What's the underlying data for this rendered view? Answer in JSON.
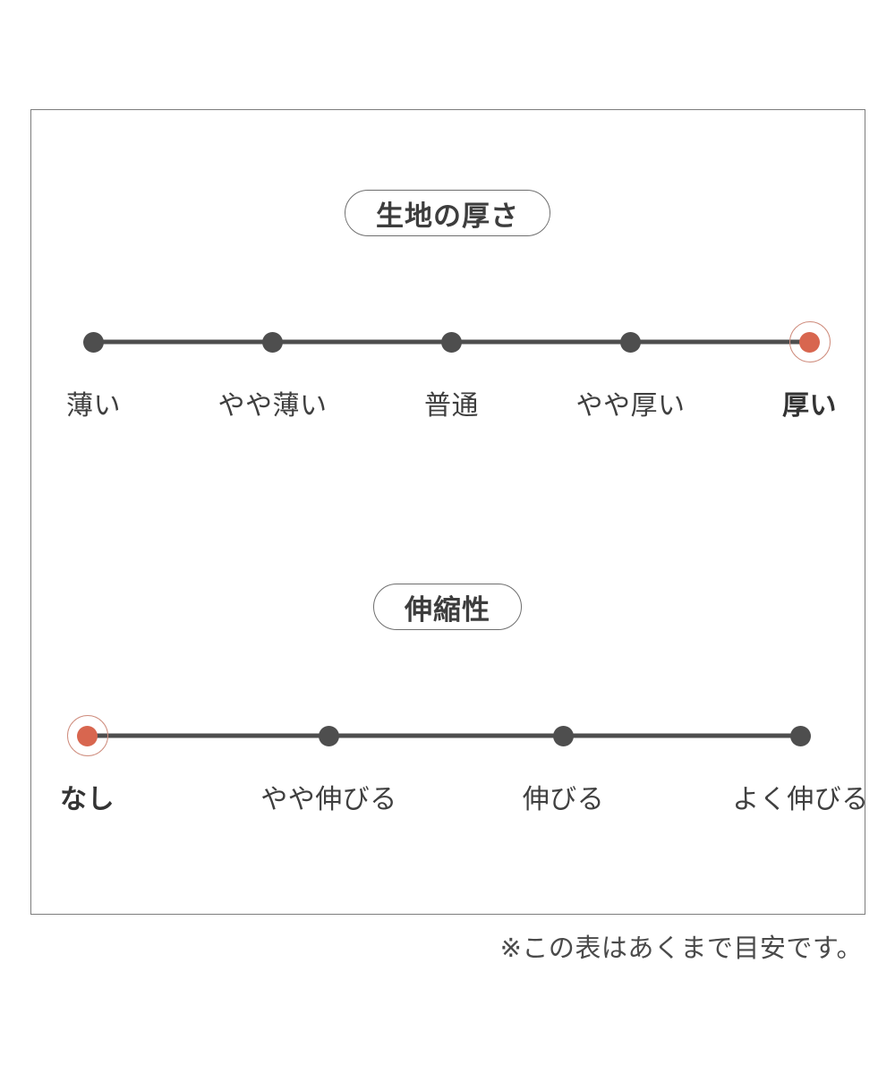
{
  "page": {
    "background": "#ffffff",
    "frame_border_color": "#7d7d7d",
    "accent_color": "#d8664f",
    "accent_ring_color": "#cf8d7e",
    "track_color": "#4e4e4e"
  },
  "sections": [
    {
      "key": "thickness",
      "title": "生地の厚さ",
      "selected_index": 4,
      "scale": [
        {
          "label": "薄い"
        },
        {
          "label": "やや薄い"
        },
        {
          "label": "普通"
        },
        {
          "label": "やや厚い"
        },
        {
          "label": "厚い"
        }
      ]
    },
    {
      "key": "stretch",
      "title": "伸縮性",
      "selected_index": 0,
      "scale": [
        {
          "label": "なし"
        },
        {
          "label": "やや伸びる"
        },
        {
          "label": "伸びる"
        },
        {
          "label": "よく伸びる"
        }
      ]
    }
  ],
  "note": "※この表はあくまで目安です。",
  "chart_data": {
    "type": "scale-rating",
    "title": "",
    "charts": [
      {
        "title": "生地の厚さ",
        "categories": [
          "薄い",
          "やや薄い",
          "普通",
          "やや厚い",
          "厚い"
        ],
        "values": [
          0,
          0,
          0,
          0,
          1
        ],
        "selected": "厚い",
        "selected_index": 4,
        "scale_points": 5
      },
      {
        "title": "伸縮性",
        "categories": [
          "なし",
          "やや伸びる",
          "伸びる",
          "よく伸びる"
        ],
        "values": [
          1,
          0,
          0,
          0
        ],
        "selected": "なし",
        "selected_index": 0,
        "scale_points": 4
      }
    ],
    "annotations": [
      "※この表はあくまで目安です。"
    ]
  }
}
